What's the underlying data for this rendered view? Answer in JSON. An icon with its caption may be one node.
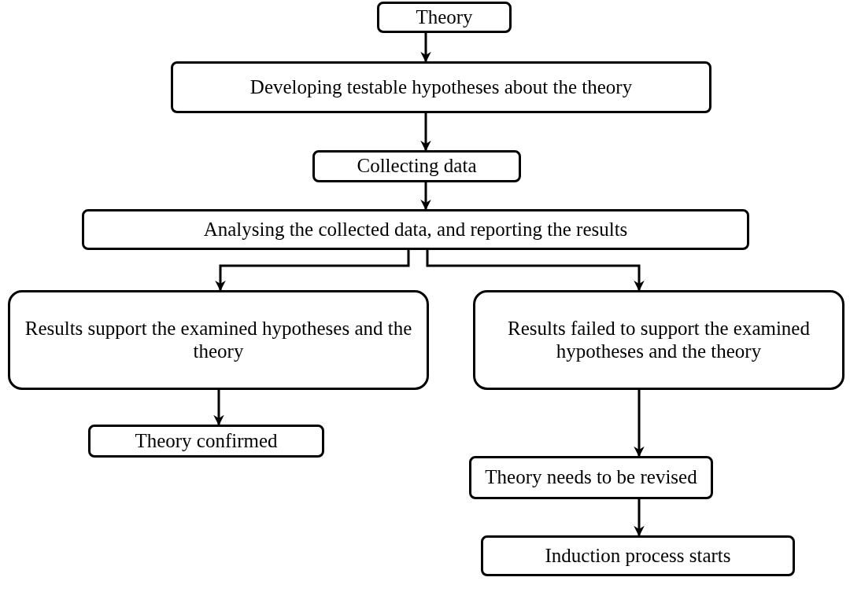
{
  "diagram": {
    "nodes": [
      {
        "text": [
          "Theory"
        ]
      },
      {
        "text": [
          "Developing testable hypotheses about the theory"
        ]
      },
      {
        "text": [
          "Collecting data"
        ]
      },
      {
        "text": [
          "Analysing the collected data, and reporting the results"
        ]
      },
      {
        "text": [
          "Results support the examined hypotheses and the theory"
        ]
      },
      {
        "text": [
          "Results failed to support the examined hypotheses and the theory"
        ]
      },
      {
        "text": [
          "Theory confirmed"
        ]
      },
      {
        "text": [
          "Theory needs to be revised"
        ]
      },
      {
        "text": [
          "Induction process starts"
        ]
      }
    ],
    "edges": [
      {
        "from": 0,
        "to": 1,
        "arrow": "to"
      },
      {
        "from": 1,
        "to": 2,
        "arrow": "to"
      },
      {
        "from": 2,
        "to": 3,
        "arrow": "to"
      },
      {
        "from": 3,
        "to": 4,
        "arrow": "to"
      },
      {
        "from": 3,
        "to": 5,
        "arrow": "to"
      },
      {
        "from": 4,
        "to": 6,
        "arrow": "to"
      },
      {
        "from": 5,
        "to": 7,
        "arrow": "to"
      },
      {
        "from": 7,
        "to": 8,
        "arrow": "to"
      }
    ]
  }
}
